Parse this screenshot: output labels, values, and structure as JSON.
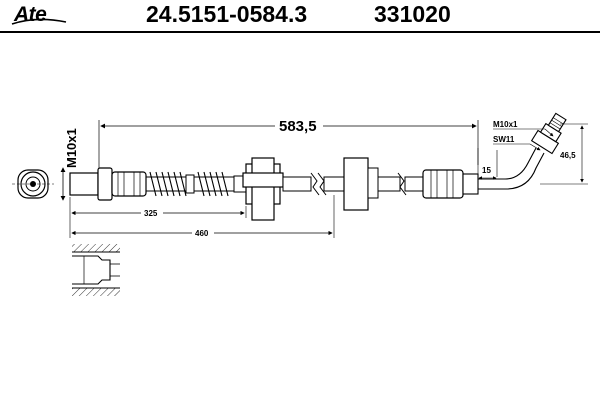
{
  "header": {
    "brand": "Ate",
    "part_number": "24.5151-0584.3",
    "reference_number": "331020"
  },
  "dimensions": {
    "overall_length": "583,5",
    "thread_left": "M10x1",
    "length_325": "325",
    "length_460": "460",
    "thread_right": "M10x1",
    "wrench_size": "SW11",
    "offset_15": "15",
    "bend_46_5": "46,5"
  }
}
